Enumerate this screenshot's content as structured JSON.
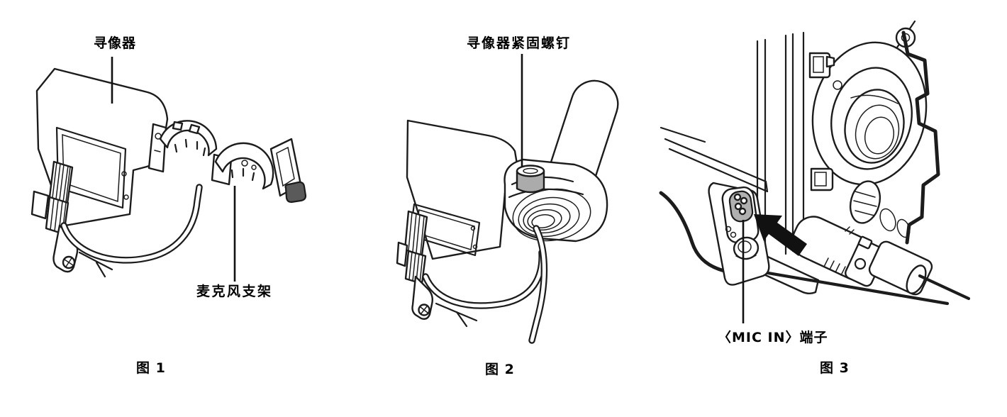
{
  "figures": [
    {
      "caption": "图 1",
      "labels": [
        {
          "text": "寻像器"
        },
        {
          "text": "麦克风支架"
        }
      ]
    },
    {
      "caption": "图 2",
      "labels": [
        {
          "text": "寻像器紧固螺钉"
        }
      ]
    },
    {
      "caption": "图 3",
      "labels": [
        {
          "text": "〈MIC IN〉端子"
        }
      ]
    }
  ],
  "colors": {
    "background": "#ffffff",
    "line": "#1c1c1c",
    "screw_highlight": "#ababab",
    "connector_highlight": "#b0b0b0",
    "latch_knob": "#5a5a5a",
    "arrow": "#111111"
  }
}
